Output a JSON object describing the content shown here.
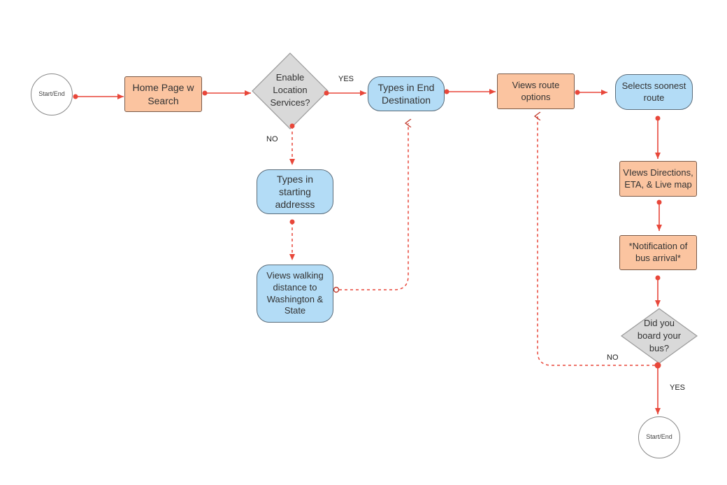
{
  "nodes": {
    "start": "Start/End",
    "home": "Home Page w\nSearch",
    "enable": "Enable\nLocation\nServices?",
    "types_end": "Types in End\nDestination",
    "views_route": "Views route\noptions",
    "selects": "Selects soonest\nroute",
    "types_start": "Types in\nstarting\naddresss",
    "views_walking": "Views walking\ndistance to\nWashington &\nState",
    "views_directions": "VIews Directions,\nETA, & Live map",
    "notification": "*Notification of\nbus arrival*",
    "did_board": "Did you\nboard your\nbus?",
    "end": "Start/End"
  },
  "edge_labels": {
    "enable_yes": "YES",
    "enable_no": "NO",
    "board_no": "NO",
    "board_yes": "YES"
  },
  "colors": {
    "process_fill": "#fbc4a0",
    "io_fill": "#b3dcf6",
    "decision_fill": "#d9d9d9",
    "arrow": "#e8473a"
  }
}
